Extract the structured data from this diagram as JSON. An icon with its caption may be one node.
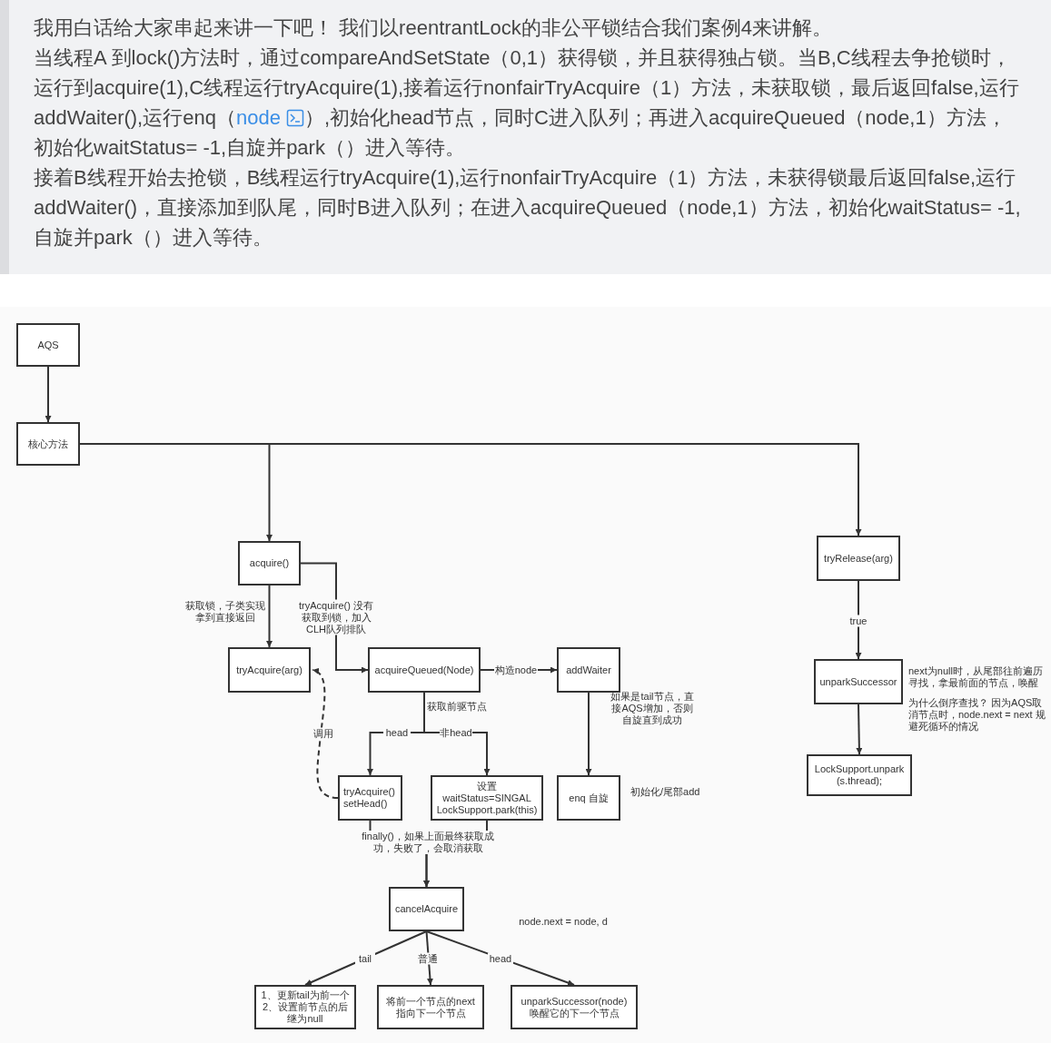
{
  "diagram": {
    "nodes": [
      {
        "text": [
          "我用白话给大家串起来讲一下吧！ 我们以reentrantLock的非公平锁结合我们案例4来讲解。",
          "当线程A 到lock()方法时，通过compareAndSetState（0,1）获得锁，并且获得独占锁。当B,C线程去争抢锁时，运行到acquire(1),C线程运行tryAcquire(1),接着运行nonfairTryAcquire（1）方法，未获取锁，最后返回false,运行addWaiter(),运行enq（",
          "node",
          "）,初始化head节点，同时C进入队列；再进入acquireQueued（node,1）方法，初始化waitStatus= -1,自旋并park（）进入等待。",
          "接着B线程开始去抢锁，B线程运行tryAcquire(1),运行nonfairTryAcquire（1）方法，未获得锁最后返回false,运行addWaiter()，直接添加到队尾，同时B进入队列；在进入acquireQueued（node,1）方法，初始化waitStatus= -1,自旋并park（）进入等待。"
        ]
      },
      {
        "text": [
          "AQS"
        ]
      },
      {
        "text": [
          "核心方法"
        ]
      },
      {
        "text": [
          "acquire()"
        ]
      },
      {
        "text": [
          "tryRelease(arg)"
        ]
      },
      {
        "text": [
          "tryAcquire(arg)"
        ]
      },
      {
        "text": [
          "acquireQueued(Node)"
        ]
      },
      {
        "text": [
          "addWaiter"
        ]
      },
      {
        "text": [
          "unparkSuccessor"
        ],
        "beside": [
          "next为null时，从尾部往前遍历寻找，拿最前面的节点，唤醒",
          "为什么倒序查找？ 因为AQS取消节点时，node.next = next 规避死循环的情况"
        ]
      },
      {
        "text": [
          "tryAcquire() setHead()"
        ]
      },
      {
        "text": [
          "设置waitStatus=SINGAL LockSupport.park(this)"
        ]
      },
      {
        "text": [
          "enq 自旋"
        ],
        "beside": [
          "初始化/尾部add"
        ]
      },
      {
        "text": [
          "LockSupport.unpark (s.thread);"
        ]
      },
      {
        "text": [
          "cancelAcquire"
        ]
      },
      {
        "text": [
          "1、更新tail为前一个 2、设置前节点的后继为null"
        ]
      },
      {
        "text": [
          "将前一个节点的next 指向下一个节点"
        ]
      },
      {
        "text": [
          "unparkSuccessor(node) 唤醒它的下一个节点"
        ]
      }
    ],
    "edges": [
      {
        "from": 1,
        "to": 2,
        "arrow": "to"
      },
      {
        "from": 2,
        "to": 3,
        "arrow": "to"
      },
      {
        "from": 2,
        "to": 4,
        "arrow": "to"
      },
      {
        "from": 3,
        "to": 5,
        "arrow": "to",
        "label": "获取锁，子类实现拿到直接返回"
      },
      {
        "from": 3,
        "to": 6,
        "arrow": "to",
        "label": "tryAcquire() 没有获取到锁，加入CLH队列排队"
      },
      {
        "from": 6,
        "to": 7,
        "arrow": "to",
        "label": "构造node"
      },
      {
        "from": 6,
        "to": 9,
        "arrow": "to",
        "label": "head"
      },
      {
        "from": 6,
        "to": 10,
        "arrow": "to",
        "label": "非head"
      },
      {
        "from": 9,
        "to": 5,
        "arrow": "to",
        "label": "调用",
        "style": "dashed"
      },
      {
        "from": 7,
        "to": 11,
        "arrow": "to",
        "label": "如果是tail节点，直接AQS增加，否则自旋直到成功"
      },
      {
        "from": 9,
        "to": 13,
        "arrow": "to"
      },
      {
        "from": 10,
        "to": 13,
        "arrow": "to"
      },
      {
        "from": 4,
        "to": 8,
        "arrow": "to",
        "label": "true"
      },
      {
        "from": 8,
        "to": 12,
        "arrow": "to"
      },
      {
        "from": 13,
        "to": 14,
        "arrow": "to",
        "label": "tail"
      },
      {
        "from": 13,
        "to": 15,
        "arrow": "to",
        "label": "普通"
      },
      {
        "from": 13,
        "to": 16,
        "arrow": "to",
        "label": "head"
      }
    ],
    "labels": [
      "获取前驱节点",
      "finally()，如果上面最终获取成功，失败了，会取消获取",
      "node.next = node, d"
    ]
  }
}
